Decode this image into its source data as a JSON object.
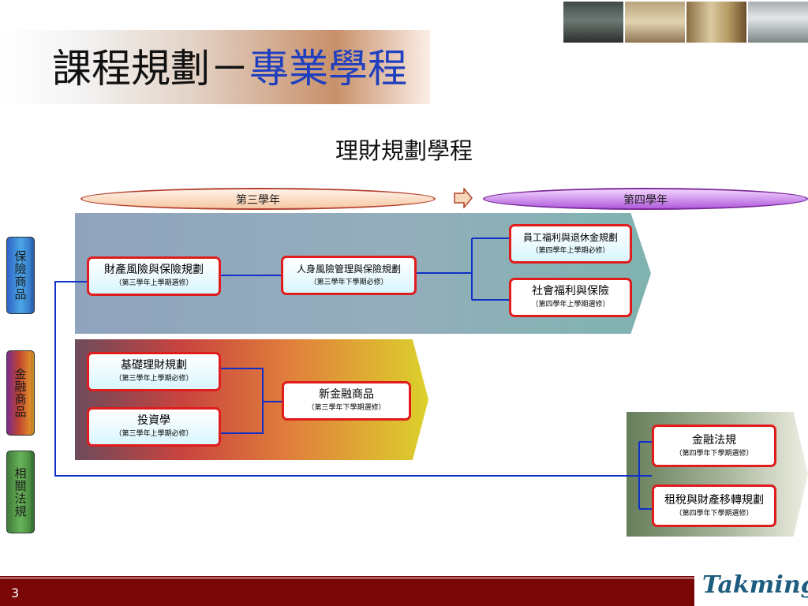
{
  "header": {
    "title_main": "課程規劃－",
    "title_accent": "專業學程",
    "logo": "Takming"
  },
  "subtitle": "理財規劃學程",
  "years": {
    "third": "第三學年",
    "fourth": "第四學年"
  },
  "categories": {
    "insurance": "保險商品",
    "finance": "金融商品",
    "law": "相關法規"
  },
  "courses": {
    "property": {
      "name": "財產風險與保險規劃",
      "note": "（第三學年上學期選修）"
    },
    "personal": {
      "name": "人身風險管理與保險規劃",
      "note": "（第三學年下學期必修）"
    },
    "benefit": {
      "name": "員工福利與退休金規劃",
      "note": "（第四學年上學期必修）"
    },
    "social": {
      "name": "社會福利與保險",
      "note": "（第四學年上學期選修）"
    },
    "basic": {
      "name": "基礎理財規劃",
      "note": "（第三學年上學期必修）"
    },
    "invest": {
      "name": "投資學",
      "note": "（第三學年上學期必修）"
    },
    "newfin": {
      "name": "新金融商品",
      "note": "（第三學年下學期選修）"
    },
    "finlaw": {
      "name": "金融法規",
      "note": "（第四學年下學期選修）"
    },
    "taxlaw": {
      "name": "租稅與財產移轉規劃",
      "note": "（第四學年下學期選修）"
    }
  },
  "footer": {
    "page_number": "3"
  },
  "colors": {
    "title_accent": "#1f3fbf",
    "course_border": "#e01c1c",
    "connector": "#1030c8",
    "footer_bar": "#7a0606",
    "logo": "#1e5d80"
  }
}
